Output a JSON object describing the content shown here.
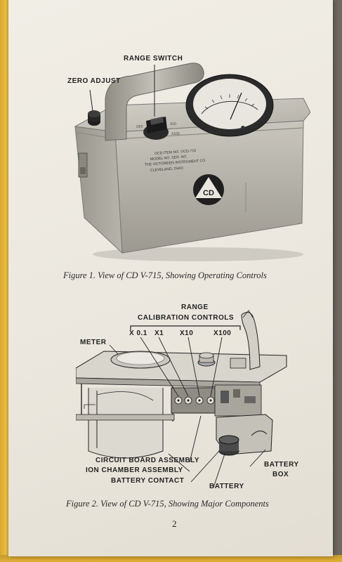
{
  "figure1": {
    "labels": {
      "range_switch": "RANGE SWITCH",
      "zero_adjust": "ZERO ADJUST"
    },
    "nameplate": [
      "OCD ITEM NO. OCD-715",
      "MODEL NO. SER. NO.",
      "THE VICTOREEN INSTRUMENT CO.",
      "CLEVELAND, OHIO"
    ],
    "logo_text": "CD",
    "caption": "Figure 1. View of CD V-715, Showing Operating Controls"
  },
  "figure2": {
    "labels": {
      "range": "RANGE",
      "calibration_controls": "CALIBRATION CONTROLS",
      "x01": "X 0.1",
      "x1": "X1",
      "x10": "X10",
      "x100": "X100",
      "meter": "METER",
      "circuit_board_assembly": "CIRCUIT BOARD ASSEMBLY",
      "ion_chamber_assembly": "ION CHAMBER ASSEMBLY",
      "battery_contact": "BATTERY CONTACT",
      "battery": "BATTERY",
      "battery_box_1": "BATTERY",
      "battery_box_2": "BOX"
    },
    "caption": "Figure 2. View of CD V-715, Showing Major Components"
  },
  "page_number": "2",
  "colors": {
    "paper": "#ede9e0",
    "binding": "#e1b13a",
    "ink": "#222222",
    "instrument": "#b9b6ad"
  }
}
